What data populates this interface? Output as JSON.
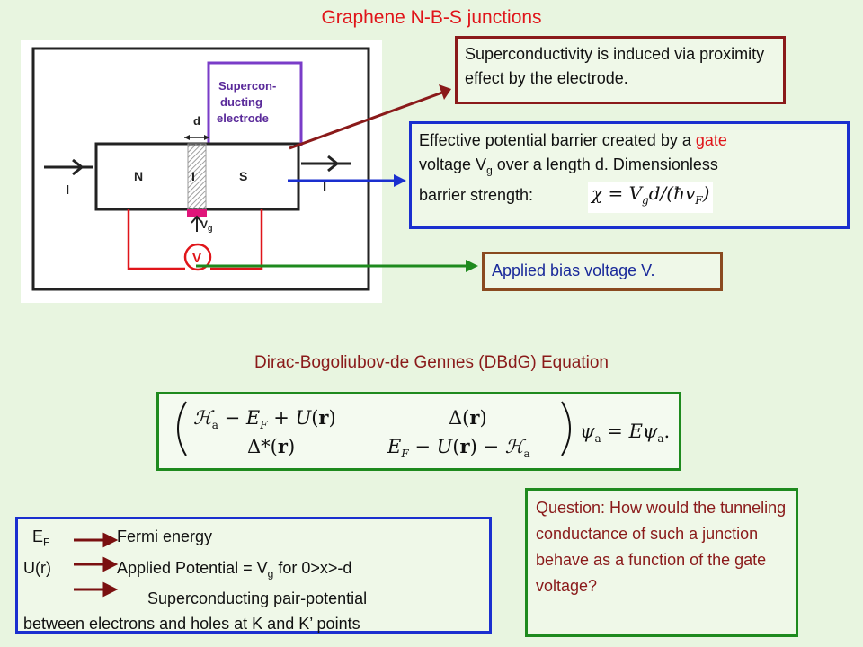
{
  "title": "Graphene N-B-S junctions",
  "diagram": {
    "electrode_label": [
      "Supercon-",
      "ducting",
      "electrode"
    ],
    "d_label": "d",
    "I_left": "I",
    "N_label": "N",
    "I_label": "I",
    "S_label": "S",
    "I_right": "I",
    "vg_label": "V",
    "vg_sub": "g",
    "v_label": "V"
  },
  "callouts": {
    "proximity": "Superconductivity is induced via proximity effect by the electrode.",
    "barrier_line1_a": "Effective potential barrier created by a ",
    "barrier_line1_gate": "gate",
    "barrier_line2_a": "voltage V",
    "barrier_line2_sub": "g",
    "barrier_line2_b": " over a length d.  Dimensionless",
    "barrier_line3": "barrier strength:",
    "bias": "Applied bias voltage V."
  },
  "subtitle": "Dirac-Bogoliubov-de  Gennes (DBdG) Equation",
  "legend": {
    "ef_sym": "E",
    "ef_sub": "F",
    "ef_text": "Fermi energy",
    "u_sym": "U(r)",
    "u_text_a": "Applied Potential = V",
    "u_sub": "g",
    "u_text_b": " for 0>x>-d",
    "delta_sym": "",
    "delta_text": "Superconducting pair-potential",
    "line4": "between electrons and holes at K and K’ points"
  },
  "question": "Question: How would the tunneling conductance of such a junction behave as a function of the gate voltage?",
  "colors": {
    "red": "#e0151a",
    "blue": "#1a2fcf",
    "green": "#1e8a1e",
    "maroon": "#8a1a1a",
    "brown": "#8a4a20",
    "background": "#e8f5e0"
  }
}
